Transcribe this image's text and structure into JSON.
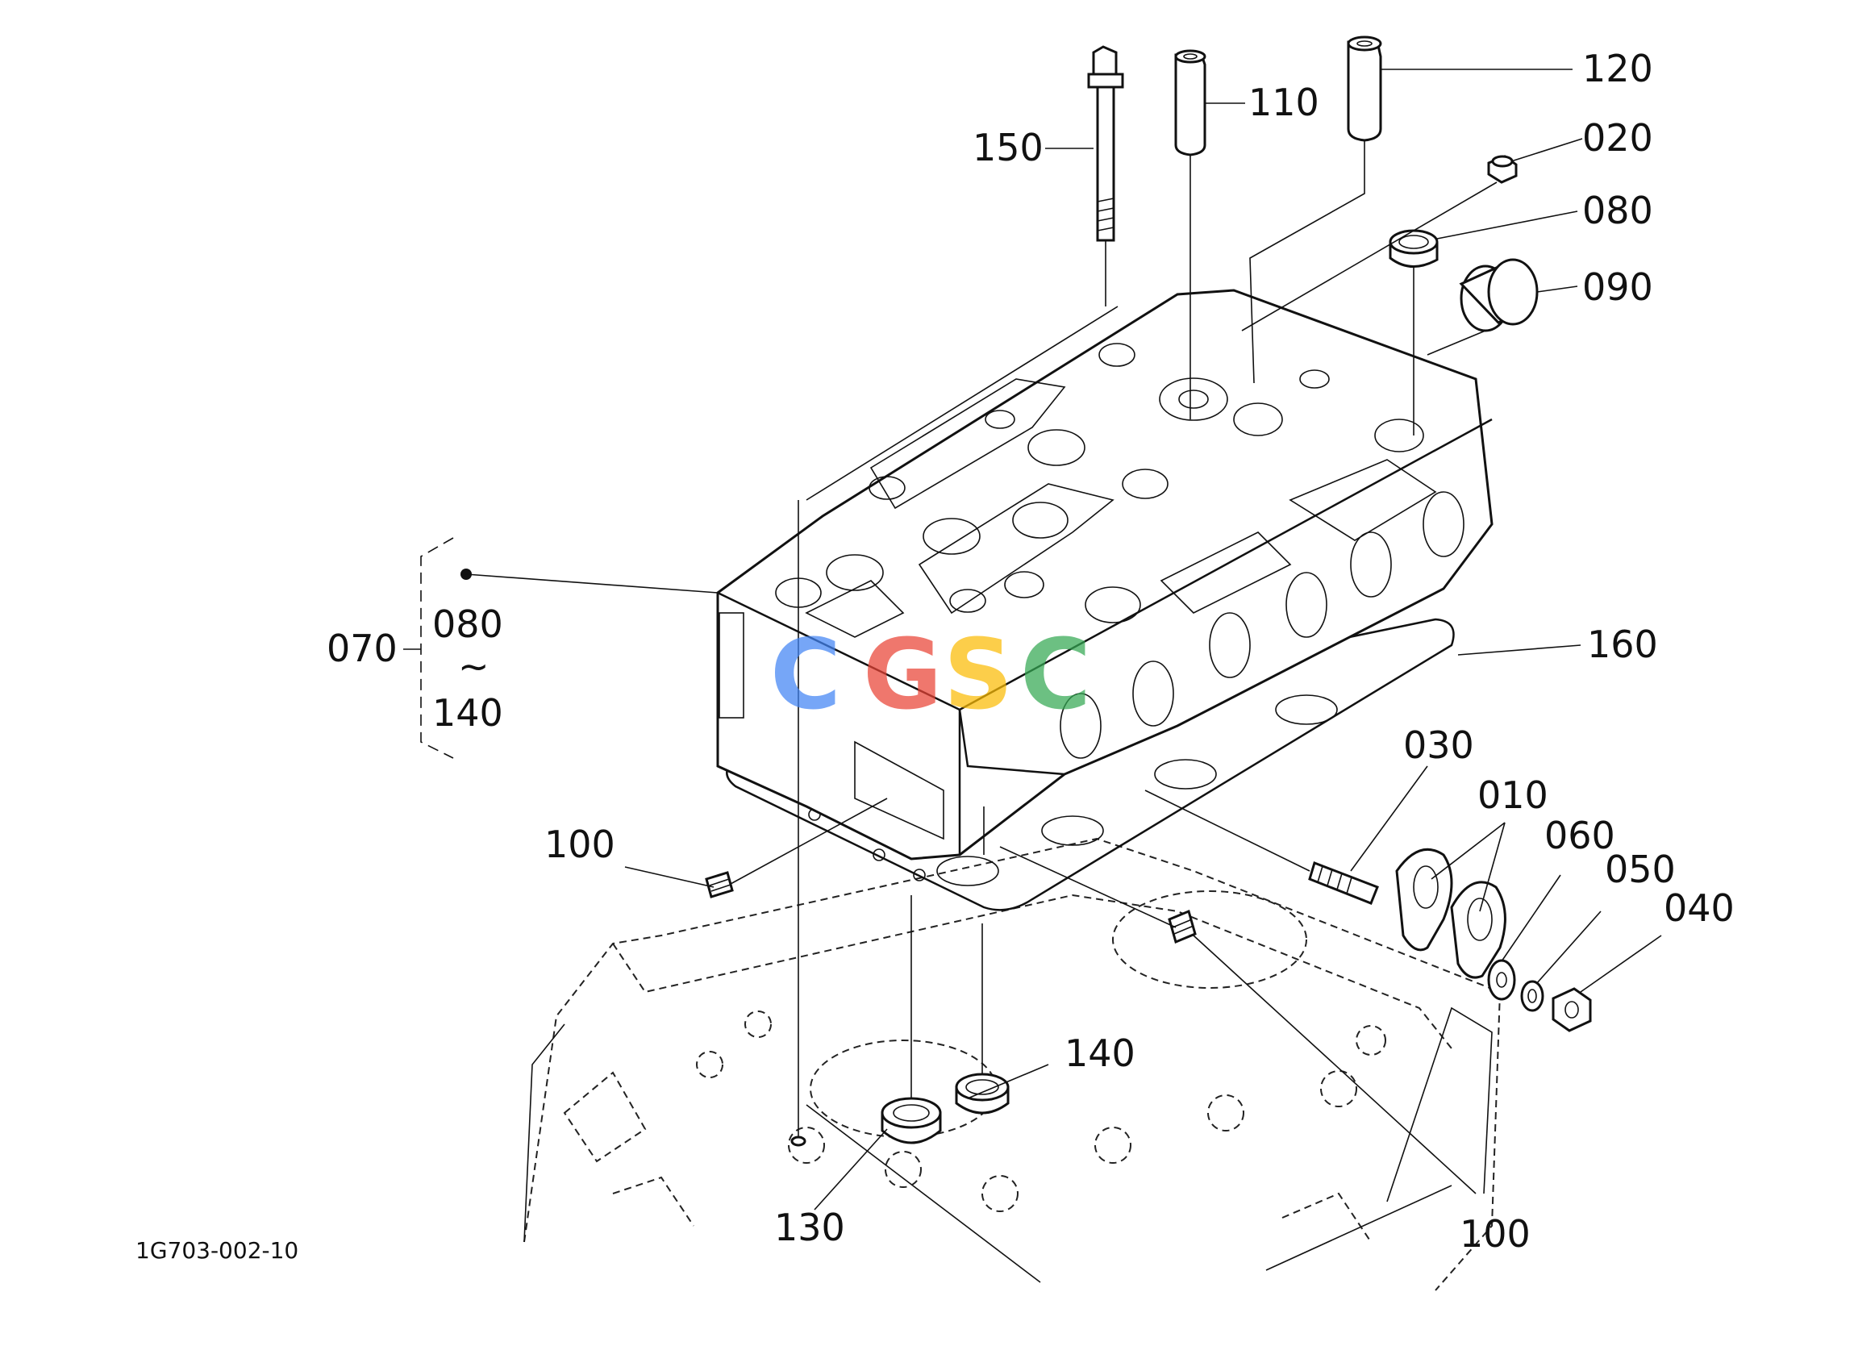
{
  "watermark": {
    "letters": [
      "C",
      "G",
      "S",
      "C"
    ],
    "colors": [
      "#4285F4",
      "#EA4335",
      "#FBBC05",
      "#34A853"
    ]
  },
  "labels": {
    "p010": "010",
    "p020": "020",
    "p030": "030",
    "p040": "040",
    "p050": "050",
    "p060": "060",
    "p070": "070",
    "p080_top": "080",
    "p080_range_start": "080",
    "range_sep": "~",
    "p140_range_end": "140",
    "p090": "090",
    "p100_left": "100",
    "p100_bottom": "100",
    "p110": "110",
    "p120": "120",
    "p130": "130",
    "p140": "140",
    "p150": "150",
    "p160": "160"
  },
  "drawing_code": "1G703-002-10"
}
